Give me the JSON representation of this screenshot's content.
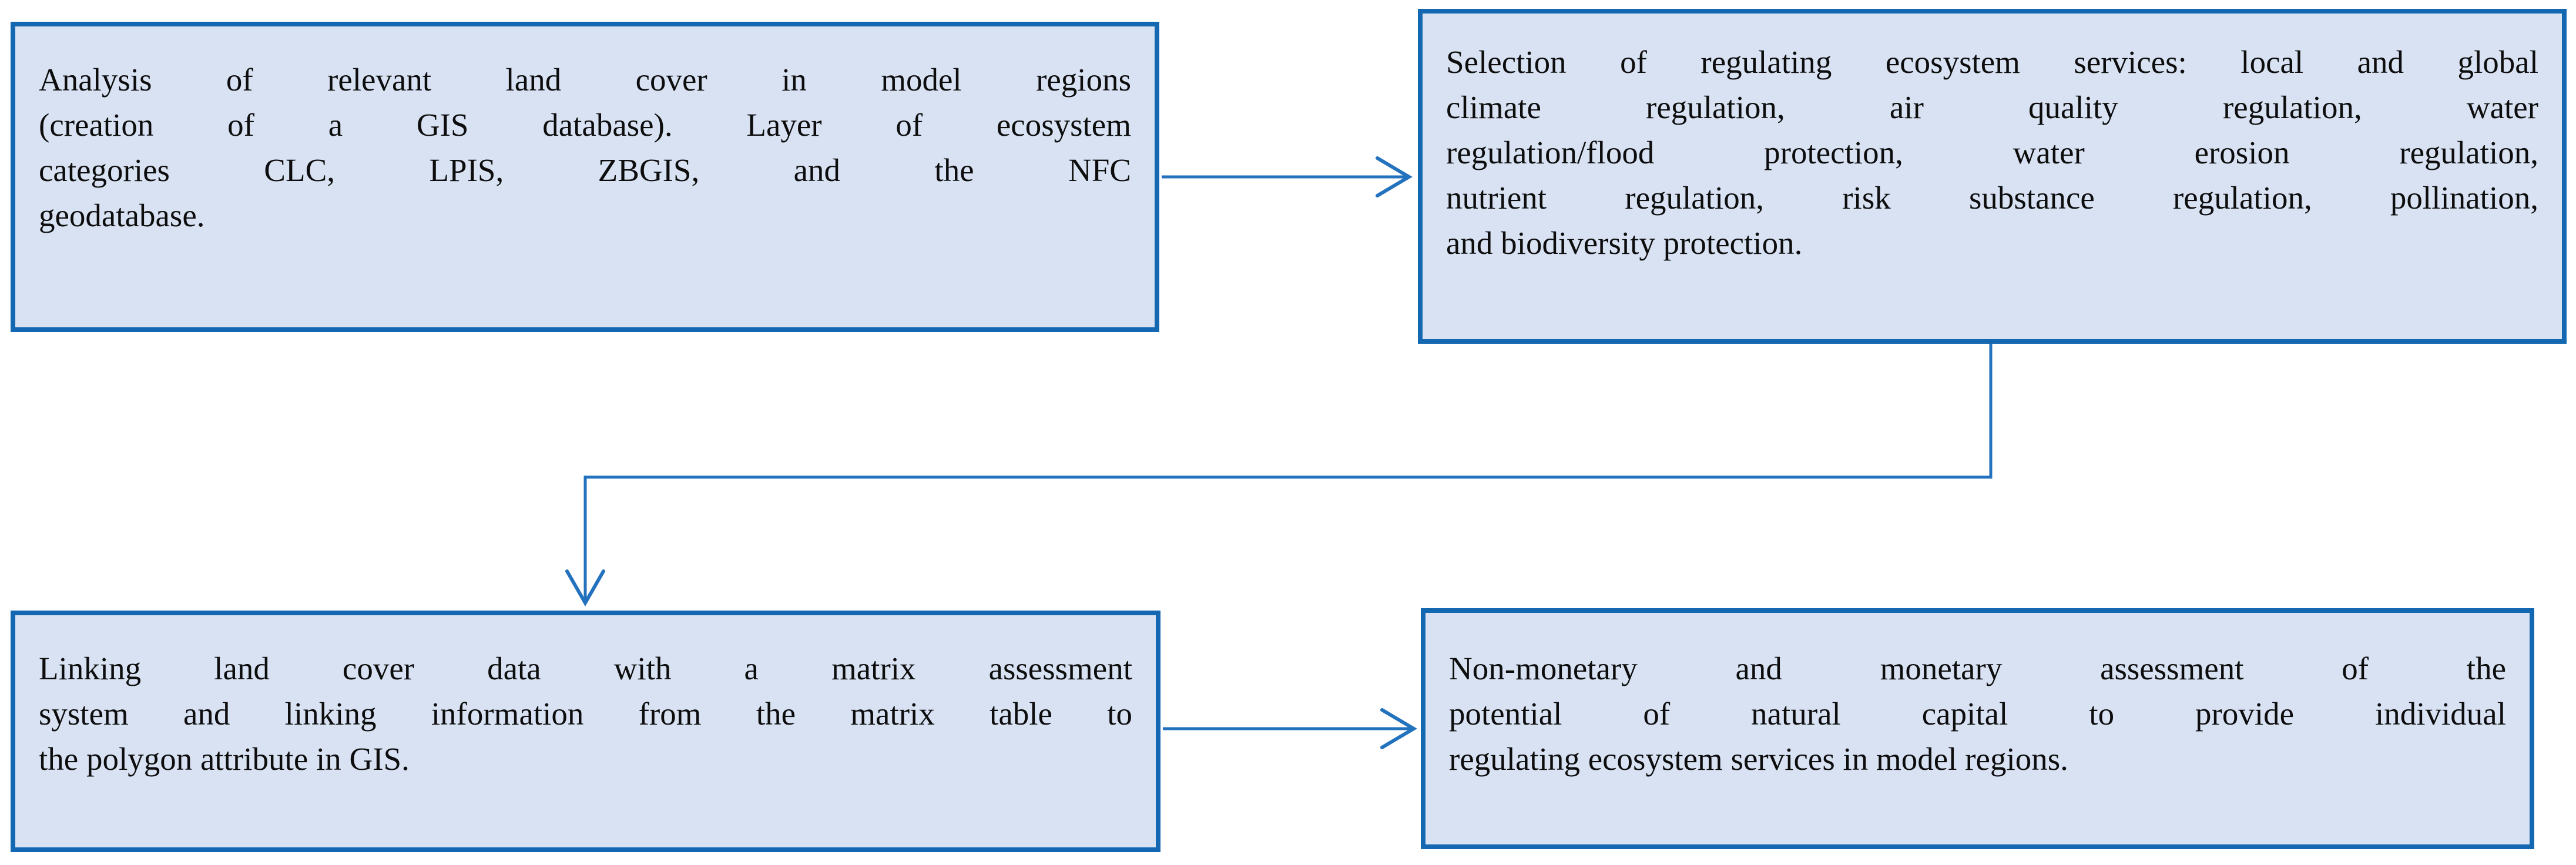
{
  "colors": {
    "bg": "#ffffff",
    "box-fill": "#d8e2f3",
    "box-border": "#1468b1",
    "arrow": "#2372bd",
    "text": "#0d0d0d"
  },
  "boxes": [
    {
      "id": "analysis",
      "lines": [
        "Analysis of relevant land cover in model regions",
        "(creation of a GIS database). Layer of ecosystem",
        "categories CLC, LPIS, ZBGIS, and the NFC",
        "geodatabase."
      ]
    },
    {
      "id": "selection",
      "lines": [
        "Selection of regulating ecosystem services: local and global",
        "climate regulation, air quality regulation, water",
        "regulation/flood protection, water erosion regulation,",
        "nutrient regulation, risk substance regulation, pollination,",
        "and biodiversity protection."
      ]
    },
    {
      "id": "linking",
      "lines": [
        "Linking land cover data with a matrix assessment",
        "system and linking information from the matrix table to",
        "the polygon attribute in GIS."
      ]
    },
    {
      "id": "assessment",
      "lines": [
        "Non-monetary and monetary assessment of the",
        "potential of natural capital to provide individual",
        "regulating ecosystem services in model regions."
      ]
    }
  ]
}
